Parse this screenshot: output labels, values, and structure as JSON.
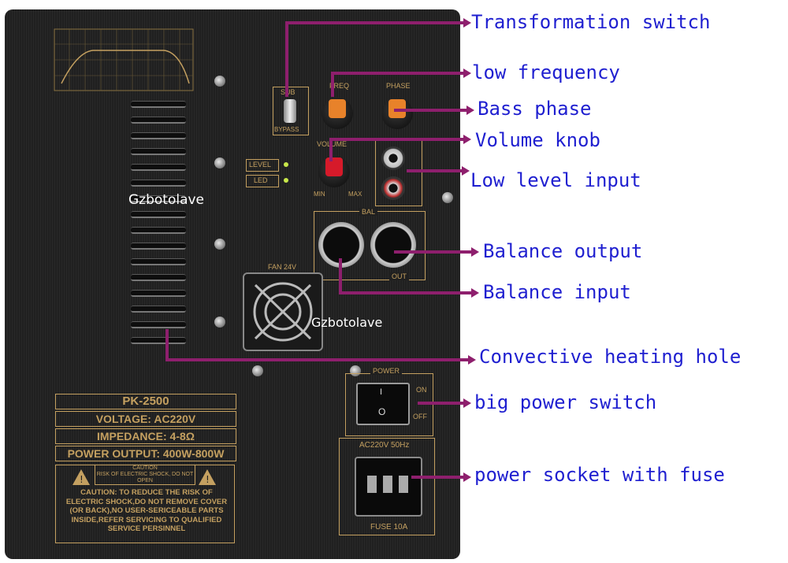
{
  "panel": {
    "model": "PK-2500",
    "voltage": "VOLTAGE: AC220V",
    "impedance": "IMPEDANCE: 4-8Ω",
    "power_output": "POWER OUTPUT: 400W-800W",
    "caution_badge": "CAUTION",
    "caution_badge_sub": "RISK OF ELECTRIC SHOCK, DO NOT OPEN",
    "caution_text": "CAUTION: TO REDUCE THE RISK OF ELECTRIC SHOCK,DO NOT REMOVE COVER (OR BACK),NO USER-SERICEABLE PARTS INSIDE,REFER SERVICING TO QUALIFIED SERVICE PERSINNEL",
    "fan_label": "FAN 24V",
    "power_label": "POWER",
    "on_label": "ON",
    "off_label": "OFF",
    "ac_label": "AC220V 50Hz",
    "fuse_label": "FUSE 10A",
    "bypass_label": "BYPASS",
    "sub_label": "SUB",
    "freq_label": "FREQ",
    "phase_label": "PHASE",
    "volume_label": "VOLUME",
    "level_label": "LEVEL",
    "led_label": "LED",
    "min_label": "MIN",
    "max_label": "MAX",
    "bal_label": "BAL",
    "out_label": "OUT",
    "rocker_on_symbol": "I",
    "rocker_off_symbol": "O"
  },
  "watermarks": [
    "Gzbotolave",
    "Gzbotolave"
  ],
  "callouts": [
    "Transformation switch",
    "low frequency",
    "Bass phase",
    "Volume knob",
    "Low level input",
    "Balance output",
    "Balance input",
    "Convective heating hole",
    "big power switch",
    "power socket with fuse"
  ],
  "colors": {
    "callout_text": "#1f1fd0",
    "leader_line": "#8e1f6d",
    "panel": "#202020",
    "print": "#c4a060",
    "knob_orange": "#e8822a",
    "knob_red": "#d61a2a"
  }
}
